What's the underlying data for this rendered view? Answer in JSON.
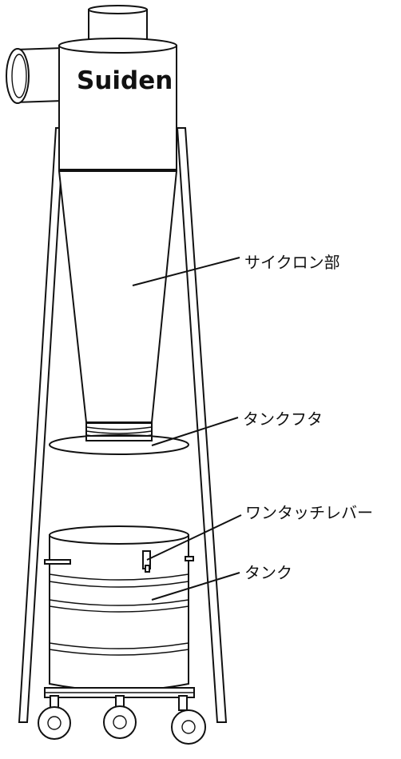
{
  "brand": {
    "logo_text": "Suiden"
  },
  "labels": {
    "cyclone": "サイクロン部",
    "tank_lid": "タンクフタ",
    "one_touch_lever": "ワンタッチレバー",
    "tank": "タンク"
  },
  "colors": {
    "line": "#111111",
    "background": "#ffffff"
  }
}
